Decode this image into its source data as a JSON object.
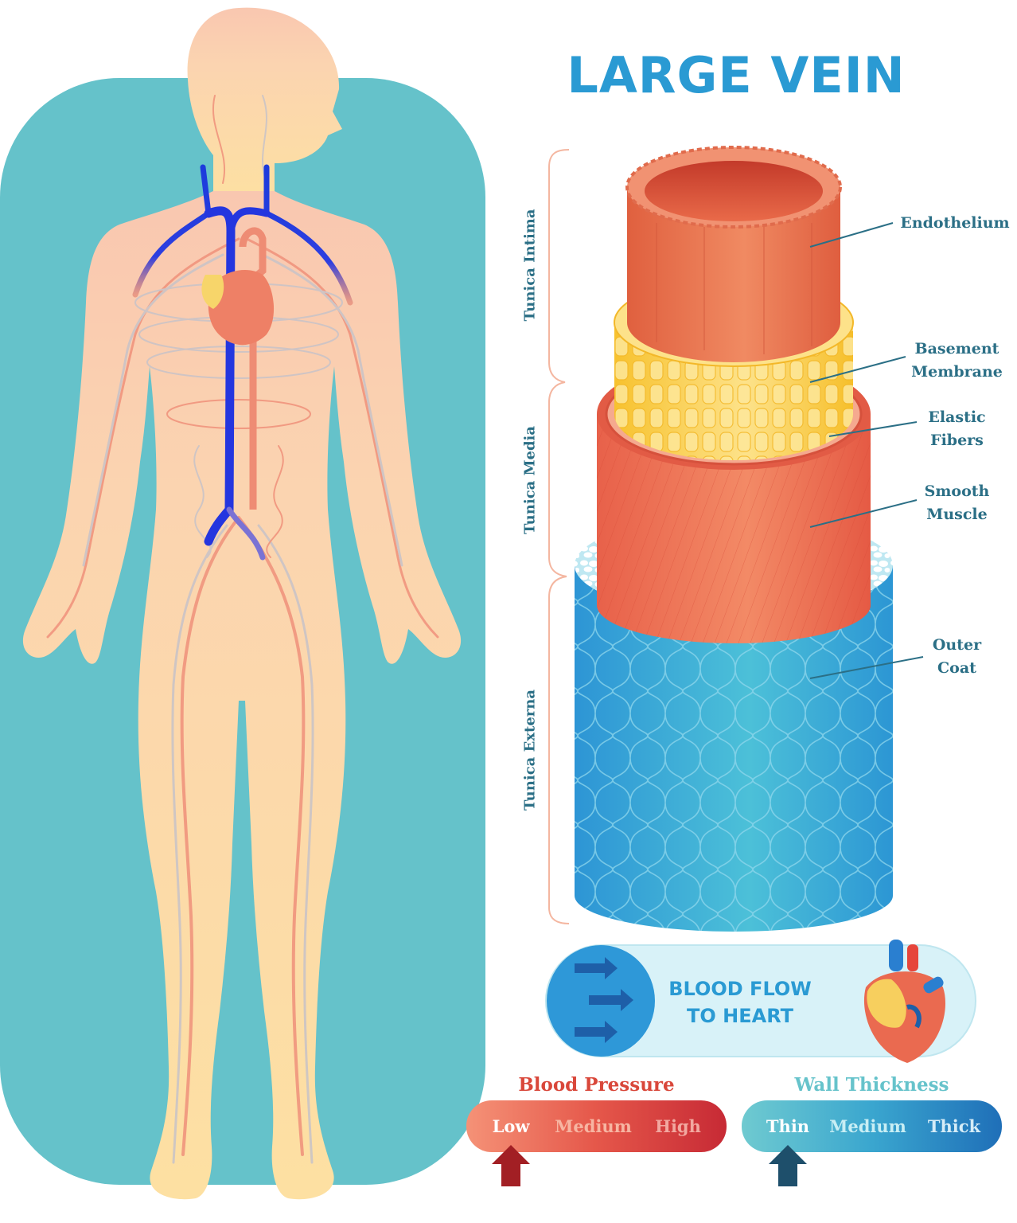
{
  "title": "LARGE VEIN",
  "layers": {
    "endothelium": "Endothelium",
    "basement_membrane": [
      "Basement",
      "Membrane"
    ],
    "elastic_fibers": [
      "Elastic",
      "Fibers"
    ],
    "smooth_muscle": [
      "Smooth",
      "Muscle"
    ],
    "outer_coat": [
      "Outer",
      "Coat"
    ]
  },
  "tunics": {
    "intima": "Tunica Intima",
    "media": "Tunica Media",
    "externa": "Tunica Externa"
  },
  "flow": [
    "BLOOD FLOW",
    "TO HEART"
  ],
  "blood_pressure": {
    "title": "Blood Pressure",
    "levels": [
      "Low",
      "Medium",
      "High"
    ],
    "selected_index": 0
  },
  "wall_thickness": {
    "title": "Wall Thickness",
    "levels": [
      "Thin",
      "Medium",
      "Thick"
    ],
    "selected_index": 0
  },
  "colors": {
    "title": "#2a9ad3",
    "label": "#2b6f86",
    "panel": "#65c2ca",
    "flow_text": "#2a9ad3",
    "pressure_title": "#d9473a",
    "thickness_title": "#66c3cb",
    "pressure_arrow": "#a21f24",
    "thickness_arrow": "#1e4f6b"
  }
}
